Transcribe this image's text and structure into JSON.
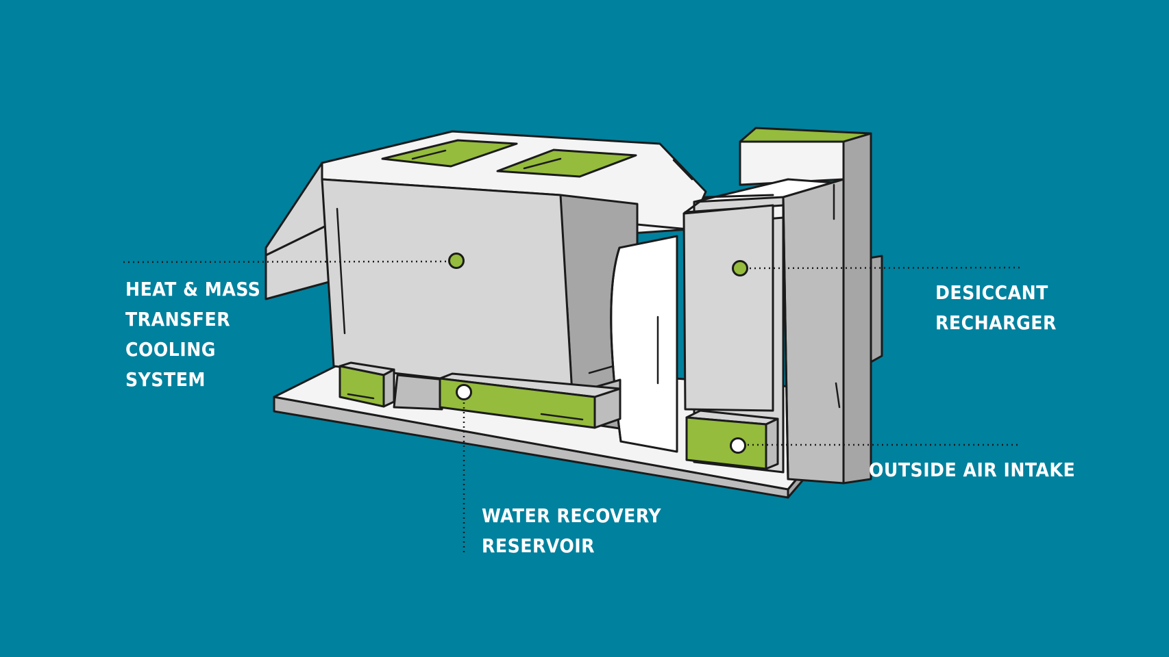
{
  "colors": {
    "background": "#00819e",
    "unit_light": "#d6d6d6",
    "unit_mid": "#bdbdbd",
    "unit_dark": "#a6a6a6",
    "face_white": "#f4f4f4",
    "panel_green": "#95bc3c",
    "outline": "#1b1b1b",
    "leader_line": "#1b1b1b",
    "label_text": "#ffffff"
  },
  "components": [
    {
      "id": "heat-mass-transfer",
      "lines": [
        "HEAT & MASS",
        "TRANSFER",
        "COOLING",
        "SYSTEM"
      ],
      "marker": "green-dot"
    },
    {
      "id": "desiccant-recharger",
      "lines": [
        "DESICCANT",
        "RECHARGER"
      ],
      "marker": "green-dot"
    },
    {
      "id": "water-recovery-reservoir",
      "lines": [
        "WATER RECOVERY",
        "RESERVOIR"
      ],
      "marker": "white-dot"
    },
    {
      "id": "outside-air-intake",
      "lines": [
        "OUTSIDE AIR INTAKE"
      ],
      "marker": "white-dot"
    }
  ]
}
